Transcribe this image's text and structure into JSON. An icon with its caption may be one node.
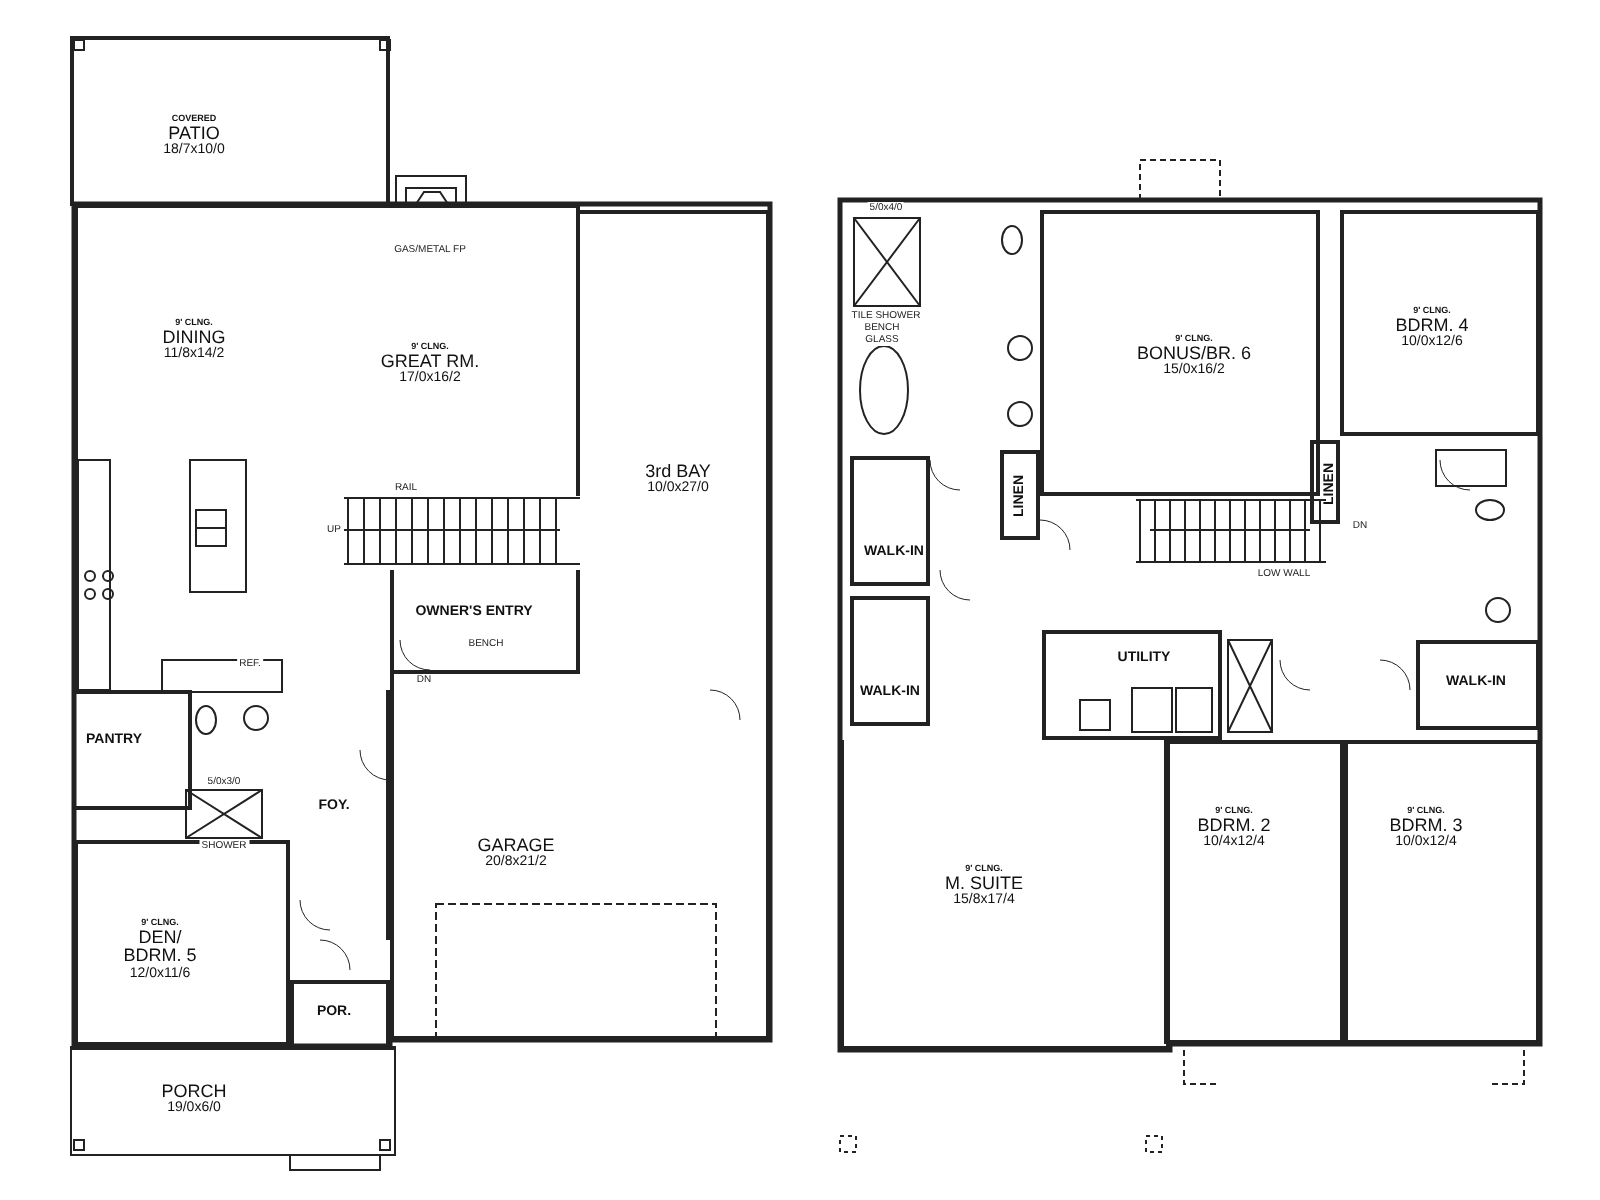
{
  "diagram": {
    "nodes": [
      {
        "text": [
          "COVERED",
          "PATIO",
          "18/7x10/0"
        ]
      },
      {
        "text": [
          "9' CLNG.",
          "DINING",
          "11/8x14/2"
        ]
      },
      {
        "text": [
          "9' CLNG.",
          "GREAT RM.",
          "17/0x16/2"
        ]
      },
      {
        "text": [
          "3rd BAY",
          "10/0x27/0"
        ]
      },
      {
        "text": [
          "OWNER'S ENTRY"
        ]
      },
      {
        "text": [
          "PANTRY"
        ]
      },
      {
        "text": [
          "FOY."
        ]
      },
      {
        "text": [
          "GARAGE",
          "20/8x21/2"
        ]
      },
      {
        "text": [
          "9' CLNG.",
          "DEN/ BDRM. 5",
          "12/0x11/6"
        ]
      },
      {
        "text": [
          "POR."
        ]
      },
      {
        "text": [
          "PORCH",
          "19/0x6/0"
        ]
      },
      {
        "text": [
          "WALK-IN"
        ]
      },
      {
        "text": [
          "LINEN"
        ]
      },
      {
        "text": [
          "9' CLNG.",
          "BONUS/BR. 6",
          "15/0x16/2"
        ]
      },
      {
        "text": [
          "LINEN"
        ]
      },
      {
        "text": [
          "9' CLNG.",
          "BDRM. 4",
          "10/0x12/6"
        ]
      },
      {
        "text": [
          "WALK-IN"
        ]
      },
      {
        "text": [
          "UTILITY"
        ]
      },
      {
        "text": [
          "WALK-IN"
        ]
      },
      {
        "text": [
          "9' CLNG.",
          "M. SUITE",
          "15/8x17/4"
        ]
      },
      {
        "text": [
          "9' CLNG.",
          "BDRM. 2",
          "10/4x12/4"
        ]
      },
      {
        "text": [
          "9' CLNG.",
          "BDRM. 3",
          "10/0x12/4"
        ]
      }
    ],
    "labels": [
      "GAS/METAL FP",
      "RAIL",
      "UP",
      "BENCH",
      "DN",
      "REF.",
      "5/0x3/0",
      "SHOWER",
      "5/0x4/0",
      "TILE SHOWER",
      "BENCH",
      "GLASS",
      "DN",
      "LOW WALL"
    ]
  }
}
